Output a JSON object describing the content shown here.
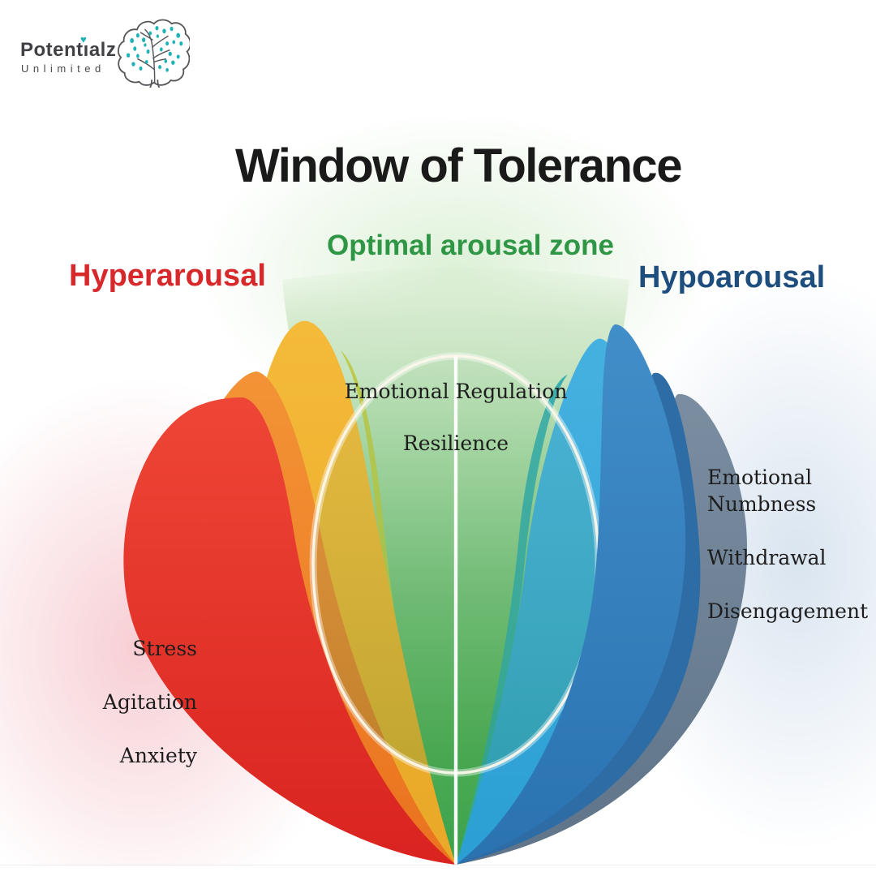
{
  "logo": {
    "brand": "Potentialz",
    "brand_display": "Potentıalz",
    "subtitle": "Unlimited",
    "heart_glyph": "♥",
    "brain_icon": "brain-with-teal-dots",
    "accent_teal": "#1fb2b6"
  },
  "title": "Window of Tolerance",
  "zones": {
    "hyperarousal": {
      "label": "Hyperarousal",
      "color": "#d7282c",
      "symptoms": [
        "Stress",
        "Agitation",
        "Anxiety"
      ]
    },
    "optimal": {
      "label": "Optimal arousal zone",
      "color": "#2e9644",
      "traits": [
        "Emotional Regulation",
        "Resilience"
      ]
    },
    "hypoarousal": {
      "label": "Hypoarousal",
      "color": "#1e4e7e",
      "symptoms": [
        "Emotional Numbness",
        "Withdrawal",
        "Disengagement"
      ]
    }
  },
  "petal_colors": {
    "red_top": "#ee4636",
    "red_bottom": "#d92320",
    "orange_top": "#f39336",
    "orange_bottom": "#ea721e",
    "gold_top": "#f4ba39",
    "gold_bottom": "#e9a827",
    "yellow_green": "#bdc741",
    "green_light": "#cfe7c7",
    "green_mid": "#74be78",
    "green_deep": "#3ba04b",
    "teal": "#2fa7ac",
    "cyan_top": "#45b1e0",
    "cyan_bottom": "#2b9fd3",
    "blue_top": "#418ec9",
    "blue_bottom": "#2a72b0",
    "dark_blue": "#2e6ca6",
    "slate_top": "#7b8da0",
    "slate_bottom": "#5f7489",
    "background_glow_pink": "#f6c9cf",
    "background_glow_green": "#d7eed0",
    "background_glow_blue": "#d7e3ef",
    "ring_white": "#fbf7ea"
  }
}
